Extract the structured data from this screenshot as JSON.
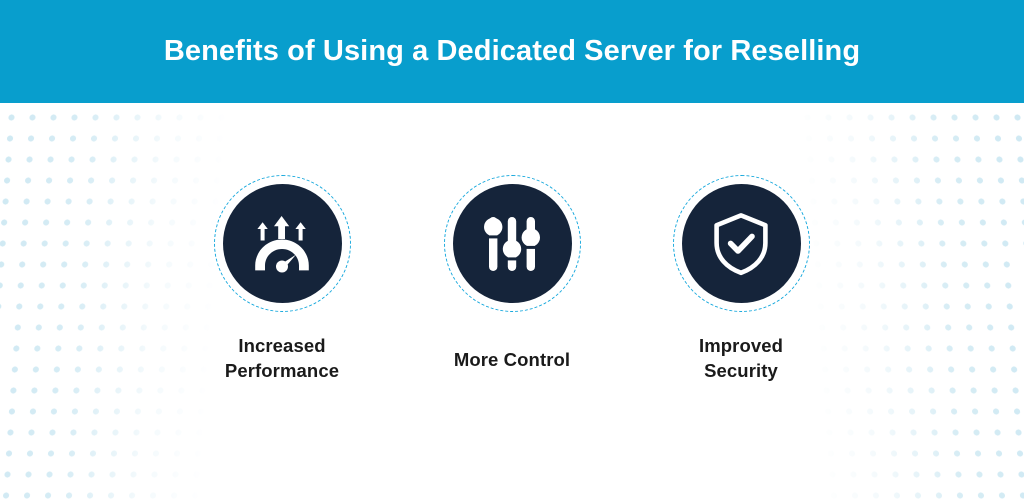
{
  "header": {
    "title": "Benefits of Using a Dedicated Server for Reselling",
    "background_color": "#089ecd",
    "text_color": "#ffffff"
  },
  "theme": {
    "accent_color": "#089ecd",
    "ring_color": "#19a9dd",
    "disc_color": "#15243a",
    "dot_color": "#cfe9f3",
    "page_background": "#ffffff",
    "label_color": "#1a1a1a"
  },
  "decoration": {
    "left_dots_name": "dot-pattern-left",
    "right_dots_name": "dot-pattern-right"
  },
  "benefits": [
    {
      "icon": "performance-gauge-icon",
      "label_lines": [
        "Increased",
        "Performance"
      ],
      "label_line_1": "Increased",
      "label_line_2": "Performance"
    },
    {
      "icon": "sliders-control-icon",
      "label_lines": [
        "More Control"
      ],
      "label_line_1": "More Control",
      "label_line_2": ""
    },
    {
      "icon": "shield-check-icon",
      "label_lines": [
        "Improved",
        "Security"
      ],
      "label_line_1": "Improved",
      "label_line_2": "Security"
    }
  ]
}
